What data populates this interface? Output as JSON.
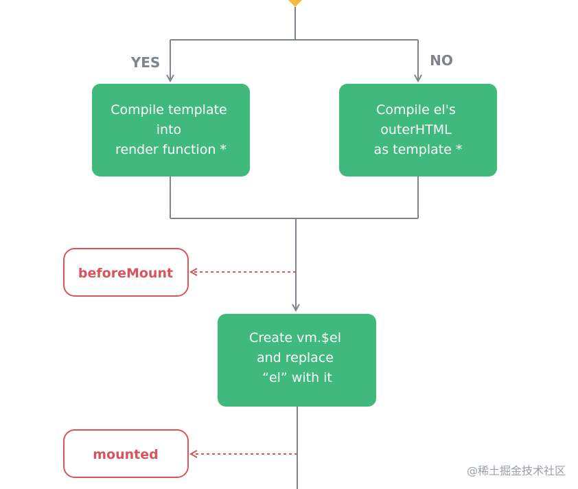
{
  "branches": {
    "yes_label": "YES",
    "no_label": "NO"
  },
  "nodes": {
    "compile_template": {
      "lines": [
        "Compile template",
        "into",
        "render function *"
      ]
    },
    "compile_outer_html": {
      "lines": [
        "Compile el's",
        "outerHTML",
        "as template *"
      ]
    },
    "create_vm_el": {
      "lines": [
        "Create vm.$el",
        "and replace",
        "“el” with it"
      ]
    }
  },
  "hooks": {
    "before_mount": "beforeMount",
    "mounted": "mounted"
  },
  "watermark": "@稀土掘金技术社区",
  "colors": {
    "process_fill": "#3fba7c",
    "hook_border": "#d9535b",
    "hook_text": "#d9535b",
    "line": "#7d848c",
    "decision": "#f5b83c"
  }
}
